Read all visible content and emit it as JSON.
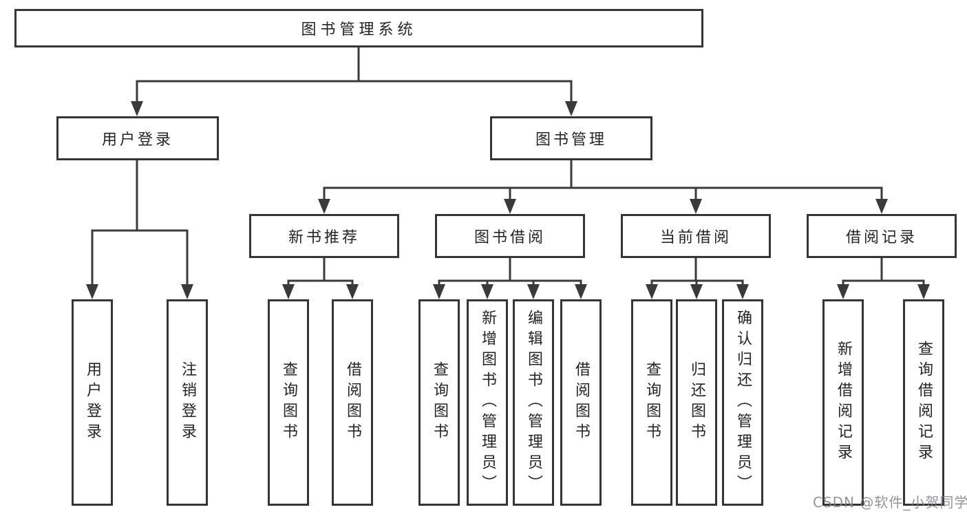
{
  "title": {
    "label": "图书管理系统"
  },
  "level2": [
    {
      "label": "用户登录"
    },
    {
      "label": "图书管理"
    }
  ],
  "level3": [
    {
      "label": "新书推荐"
    },
    {
      "label": "图书借阅"
    },
    {
      "label": "当前借阅"
    },
    {
      "label": "借阅记录"
    }
  ],
  "leaves": [
    {
      "label": "用户登录"
    },
    {
      "label": "注销登录"
    },
    {
      "label": "查询图书"
    },
    {
      "label": "借阅图书"
    },
    {
      "label": "查询图书"
    },
    {
      "label": "新增图书（管理员）"
    },
    {
      "label": "编辑图书（管理员）"
    },
    {
      "label": "借阅图书"
    },
    {
      "label": "查询图书"
    },
    {
      "label": "归还图书"
    },
    {
      "label": "确认归还（管理员）"
    },
    {
      "label": "新增借阅记录"
    },
    {
      "label": "查询借阅记录"
    }
  ],
  "watermark": {
    "text": "CSDN @软件_小贺同学"
  },
  "colors": {
    "background": "#ffffff",
    "line": "#3a3a3a",
    "box_border": "#353535",
    "text": "#242424",
    "watermark": "#808086"
  }
}
